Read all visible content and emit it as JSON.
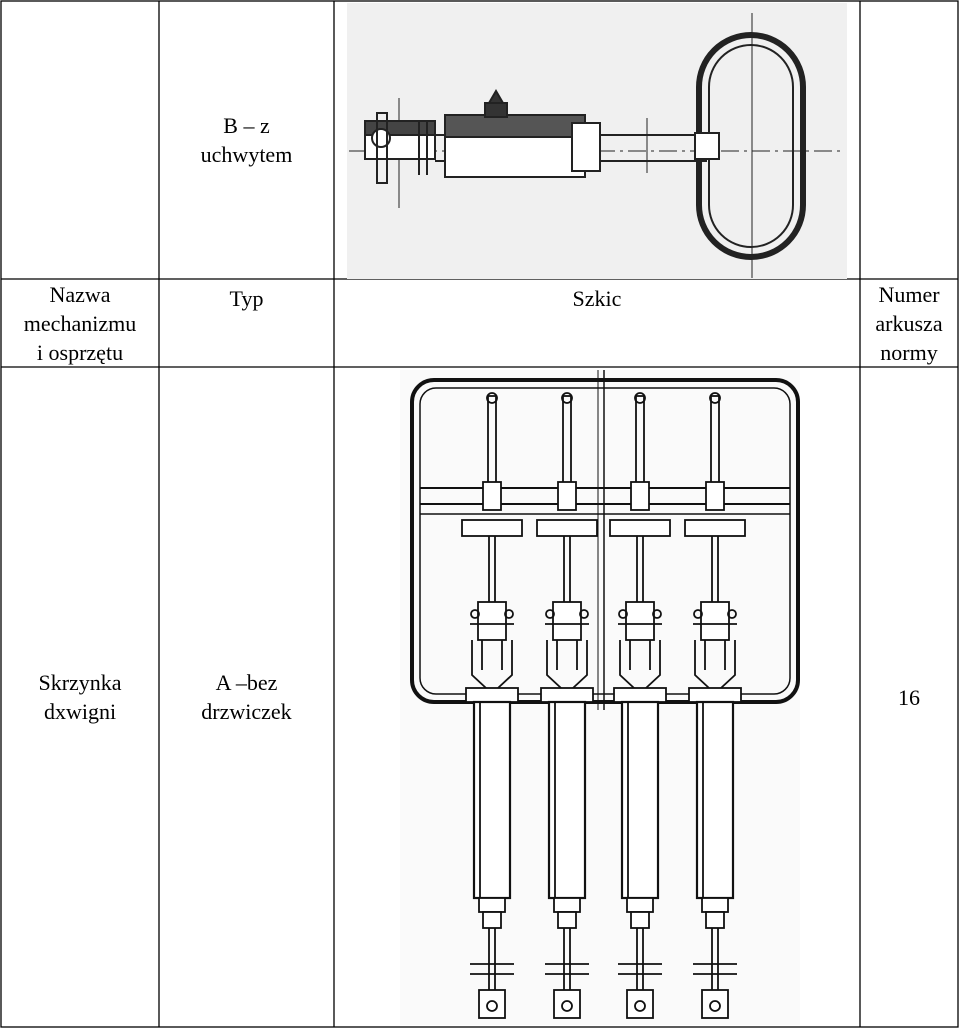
{
  "table": {
    "header": {
      "name_line1": "Nazwa",
      "name_line2": "mechanizmu",
      "name_line3": "i osprzętu",
      "type": "Typ",
      "sketch": "Szkic",
      "sheet_line1": "Numer",
      "sheet_line2": "arkusza",
      "sheet_line3": "normy"
    },
    "row_top": {
      "type_line1": "B – z",
      "type_line2": "uchwytem",
      "sketch_icon": "handle-shackle-drawing"
    },
    "row_main": {
      "name_line1": "Skrzynka",
      "name_line2": "dxwigni",
      "type_line1": "A –bez",
      "type_line2": "drzwiczek",
      "sketch_icon": "lever-box-drawing",
      "sheet_number": "16"
    }
  }
}
